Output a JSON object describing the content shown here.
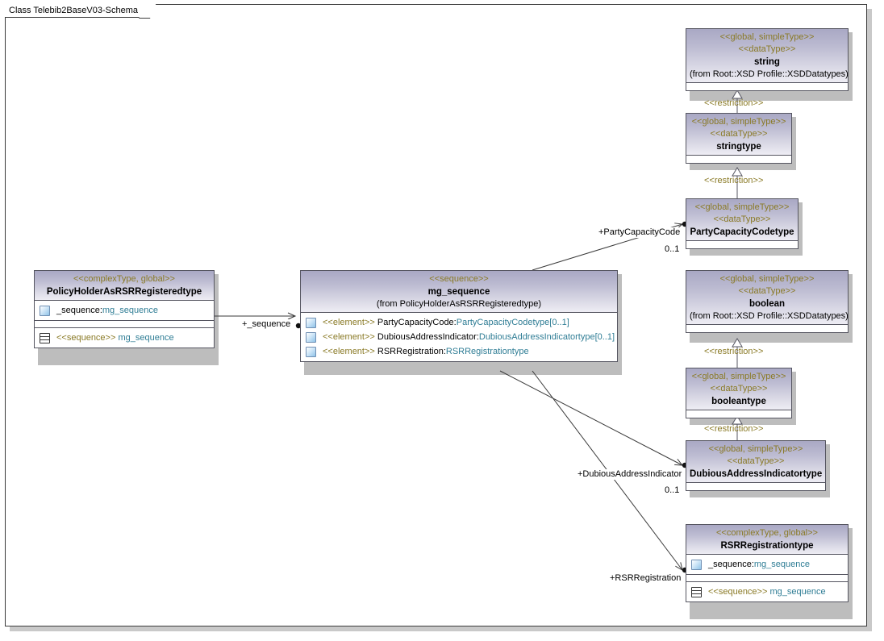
{
  "diagram": {
    "frame_label": "Class Telebib2BaseV03-Schema"
  },
  "nodes": [
    {
      "id": "string",
      "stereotype1": "<<global, simpleType>>",
      "stereotype2": "<<dataType>>",
      "name": "string",
      "from": "(from Root::XSD Profile::XSDDatatypes)"
    },
    {
      "id": "stringtype",
      "stereotype1": "<<global, simpleType>>",
      "stereotype2": "<<dataType>>",
      "name": "stringtype",
      "from": ""
    },
    {
      "id": "partycapacitycodetype",
      "stereotype1": "<<global, simpleType>>",
      "stereotype2": "<<dataType>>",
      "name": "PartyCapacityCodetype",
      "from": ""
    },
    {
      "id": "boolean",
      "stereotype1": "<<global, simpleType>>",
      "stereotype2": "<<dataType>>",
      "name": "boolean",
      "from": "(from Root::XSD Profile::XSDDatatypes)"
    },
    {
      "id": "booleantype",
      "stereotype1": "<<global, simpleType>>",
      "stereotype2": "<<dataType>>",
      "name": "booleantype",
      "from": ""
    },
    {
      "id": "dubiousaddressindicatortype",
      "stereotype1": "<<global, simpleType>>",
      "stereotype2": "<<dataType>>",
      "name": "DubiousAddressIndicatortype",
      "from": ""
    },
    {
      "id": "policyholder",
      "stereotype1": "<<complexType, global>>",
      "name": "PolicyHolderAsRSRRegisteredtype",
      "attribute_icon": "attribute-icon",
      "attribute_name": "_sequence:",
      "attribute_type": "mg_sequence",
      "operation_icon": "sequence-icon",
      "operation_stereotype": "<<sequence>>",
      "operation_name": "mg_sequence"
    },
    {
      "id": "mg_sequence",
      "stereotype1": "<<sequence>>",
      "name": "mg_sequence",
      "from": "(from PolicyHolderAsRSRRegisteredtype)",
      "elements": [
        {
          "icon": "element-icon",
          "stereotype": "<<element>>",
          "name": "PartyCapacityCode:",
          "type": "PartyCapacityCodetype",
          "mult": "[0..1]"
        },
        {
          "icon": "element-icon",
          "stereotype": "<<element>>",
          "name": "DubiousAddressIndicator:",
          "type": "DubiousAddressIndicatortype",
          "mult": "[0..1]"
        },
        {
          "icon": "element-icon",
          "stereotype": "<<element>>",
          "name": "RSRRegistration:",
          "type": "RSRRegistrationtype",
          "mult": ""
        }
      ]
    },
    {
      "id": "rsrregistrationtype",
      "stereotype1": "<<complexType, global>>",
      "name": "RSRRegistrationtype",
      "attribute_icon": "attribute-icon",
      "attribute_name": "_sequence:",
      "attribute_type": "mg_sequence",
      "operation_icon": "sequence-icon",
      "operation_stereotype": "<<sequence>>",
      "operation_name": "mg_sequence"
    }
  ],
  "edges": {
    "restriction_1": "<<restriction>>",
    "restriction_2": "<<restriction>>",
    "restriction_3": "<<restriction>>",
    "restriction_4": "<<restriction>>",
    "assoc_sequence": "+_sequence",
    "assoc_partycapacitycode": "+PartyCapacityCode",
    "mult_partycapacitycode": "0..1",
    "assoc_dubiousaddressindicator": "+DubiousAddressIndicator",
    "mult_dubiousaddressindicator": "0..1",
    "assoc_rsrregistration": "+RSRRegistration"
  },
  "colors": {
    "header_top": "#a9a8c4",
    "header_bottom": "#eeedf4",
    "stereotype_text": "#8a7a26",
    "type_text": "#2f7d95",
    "border": "#555560"
  }
}
